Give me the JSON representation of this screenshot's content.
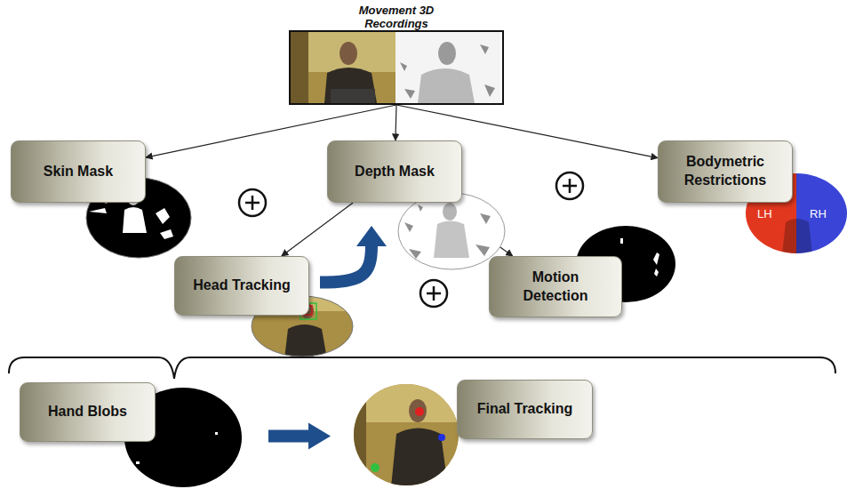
{
  "diagram": {
    "nodes": [
      {
        "text": [
          "Movement 3D Recordings"
        ]
      },
      {
        "text": [
          "Skin Mask"
        ]
      },
      {
        "text": [
          "Depth Mask"
        ]
      },
      {
        "text": [
          "Bodymetric Restrictions"
        ]
      },
      {
        "text": [
          "Head Tracking"
        ]
      },
      {
        "text": [
          "Motion Detection"
        ]
      },
      {
        "text": [
          "Hand Blobs"
        ]
      },
      {
        "text": [
          "Final Tracking"
        ]
      }
    ],
    "edges": [
      {
        "from": 0,
        "to": 1,
        "arrow": "to"
      },
      {
        "from": 0,
        "to": 2,
        "arrow": "to"
      },
      {
        "from": 0,
        "to": 3,
        "arrow": "to"
      },
      {
        "from": 2,
        "to": 4,
        "arrow": "to"
      },
      {
        "from": 2,
        "to": 5,
        "arrow": "to"
      },
      {
        "from": 4,
        "to": 2,
        "arrow": "to"
      },
      {
        "from": 6,
        "to": 7,
        "arrow": "to"
      }
    ],
    "labels": [
      "LH",
      "RH"
    ]
  }
}
